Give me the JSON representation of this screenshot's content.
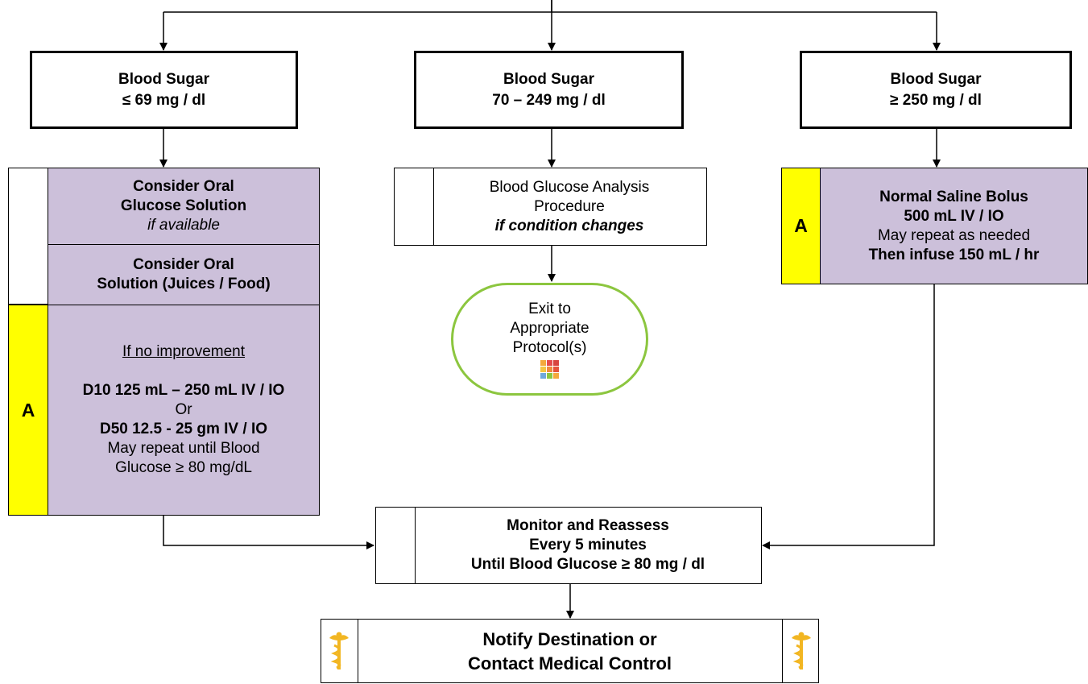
{
  "colors": {
    "lavender": "#ccc0da",
    "level_tab": "#ffff00",
    "exit_border": "#8cc63f",
    "caduceus": "#f2b622"
  },
  "icons": {
    "protocol_grid": "protocol-grid-icon",
    "medical_control": "caduceus-icon"
  },
  "low": {
    "header_line1": "Blood Sugar",
    "header_line2": "≤ 69 mg / dl",
    "oral_glucose": {
      "line1": "Consider  Oral",
      "line2": "Glucose Solution",
      "line3": "if available"
    },
    "oral_solution": {
      "line1": "Consider  Oral",
      "line2": "Solution (Juices / Food)"
    },
    "level_label": "A",
    "advanced": {
      "if_no_improvement": "If no improvement",
      "d10": "D10 125 mL – 250 mL IV / IO",
      "or": "Or",
      "d50": "D50 12.5 - 25 gm IV / IO",
      "repeat_line1": "May repeat until Blood",
      "repeat_line2": "Glucose ≥ 80 mg/dL"
    }
  },
  "mid": {
    "header_line1": "Blood Sugar",
    "header_line2": "70 – 249 mg / dl",
    "analysis_line1": "Blood Glucose Analysis",
    "analysis_line2": "Procedure",
    "analysis_line3": "if condition changes",
    "exit_line1": "Exit to",
    "exit_line2": "Appropriate",
    "exit_line3": "Protocol(s)"
  },
  "high": {
    "header_line1": "Blood Sugar",
    "header_line2": "≥ 250 mg / dl",
    "level_label": "A",
    "saline_line1": "Normal Saline Bolus",
    "saline_line2": "500 mL IV / IO",
    "saline_line3": "May repeat as needed",
    "saline_line4": "Then infuse 150 mL / hr"
  },
  "monitor": {
    "line1": "Monitor and Reassess",
    "line2": "Every 5 minutes",
    "line3": "Until Blood Glucose ≥ 80 mg / dl"
  },
  "notify": {
    "line1": "Notify Destination or",
    "line2": "Contact Medical Control"
  }
}
